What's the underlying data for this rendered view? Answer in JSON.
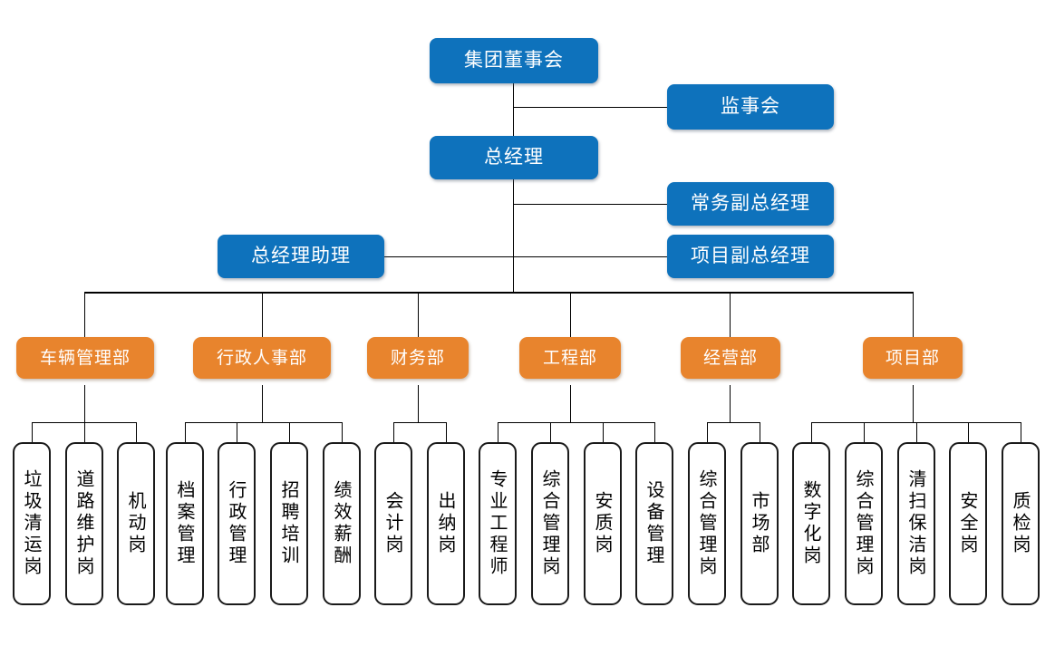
{
  "colors": {
    "blue": "#0E72BC",
    "orange": "#E8842D",
    "line": "#000000",
    "leaf_border": "#1A1A1A",
    "background": "#FFFFFF"
  },
  "top": {
    "board": "集团董事会",
    "supervisory_board": "监事会",
    "general_manager": "总经理",
    "executive_deputy_gm": "常务副总经理",
    "project_deputy_gm": "项目副总经理",
    "gm_assistant": "总经理助理"
  },
  "departments": [
    {
      "name": "车辆管理部",
      "positions": [
        "垃圾清运岗",
        "道路维护岗",
        "机动岗"
      ]
    },
    {
      "name": "行政人事部",
      "positions": [
        "档案管理",
        "行政管理",
        "招聘培训",
        "绩效薪酬"
      ]
    },
    {
      "name": "财务部",
      "positions": [
        "会计岗",
        "出纳岗"
      ]
    },
    {
      "name": "工程部",
      "positions": [
        "专业工程师",
        "综合管理岗",
        "安质岗",
        "设备管理"
      ]
    },
    {
      "name": "经营部",
      "positions": [
        "综合管理岗",
        "市场部"
      ]
    },
    {
      "name": "项目部",
      "positions": [
        "数字化岗",
        "综合管理岗",
        "清扫保洁岗",
        "安全岗",
        "质检岗"
      ]
    }
  ],
  "leaves_flat": [
    "垃圾清运岗",
    "道路维护岗",
    "机动岗",
    "档案管理",
    "行政管理",
    "招聘培训",
    "绩效薪酬",
    "会计岗",
    "出纳岗",
    "专业工程师",
    "综合管理岗",
    "安质岗",
    "设备管理",
    "综合管理岗",
    "市场部",
    "数字化岗",
    "综合管理岗",
    "清扫保洁岗",
    "安全岗",
    "质检岗"
  ]
}
